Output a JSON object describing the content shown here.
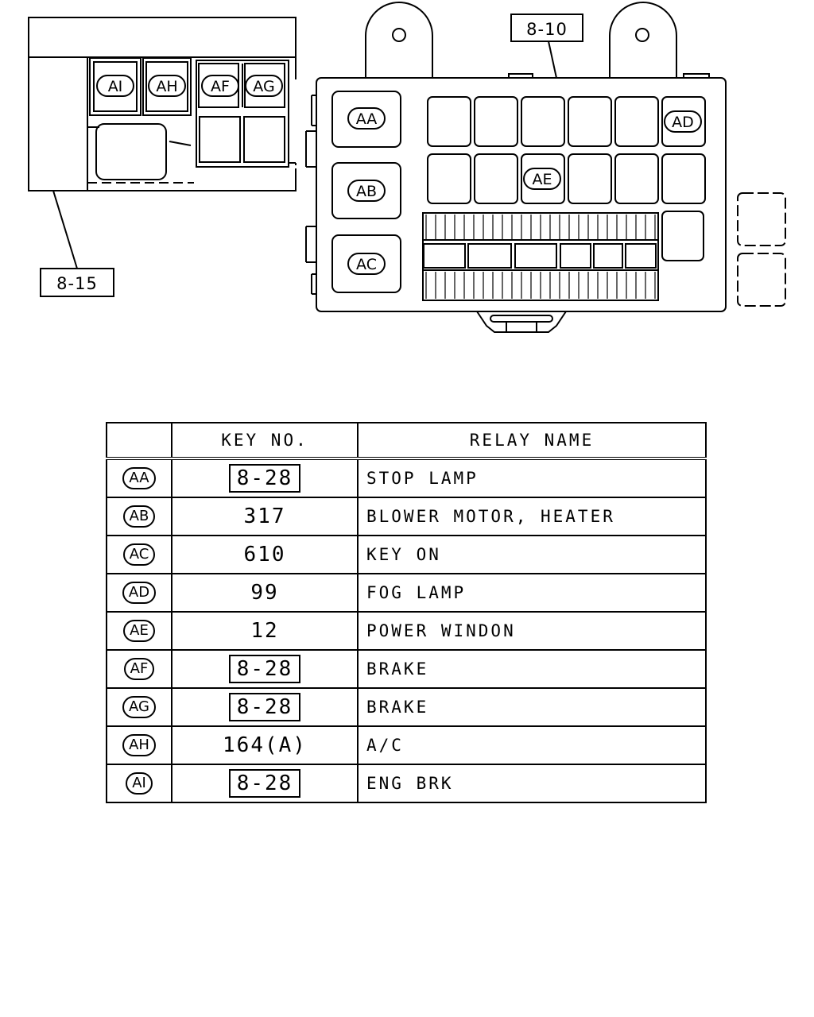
{
  "callouts": {
    "upper_right": "8-10",
    "lower_left": "8-15"
  },
  "relays": [
    {
      "id": "AA",
      "key_no": "8-28",
      "key_boxed": true,
      "name": "STOP LAMP"
    },
    {
      "id": "AB",
      "key_no": "317",
      "key_boxed": false,
      "name": "BLOWER MOTOR, HEATER"
    },
    {
      "id": "AC",
      "key_no": "610",
      "key_boxed": false,
      "name": "KEY ON"
    },
    {
      "id": "AD",
      "key_no": "99",
      "key_boxed": false,
      "name": "FOG LAMP"
    },
    {
      "id": "AE",
      "key_no": "12",
      "key_boxed": false,
      "name": "POWER WINDON"
    },
    {
      "id": "AF",
      "key_no": "8-28",
      "key_boxed": true,
      "name": "BRAKE"
    },
    {
      "id": "AG",
      "key_no": "8-28",
      "key_boxed": true,
      "name": "BRAKE"
    },
    {
      "id": "AH",
      "key_no": "164(A)",
      "key_boxed": false,
      "name": "A/C"
    },
    {
      "id": "AI",
      "key_no": "8-28",
      "key_boxed": true,
      "name": "ENG BRK"
    }
  ],
  "table": {
    "col_key": "KEY NO.",
    "col_name": "RELAY NAME"
  }
}
